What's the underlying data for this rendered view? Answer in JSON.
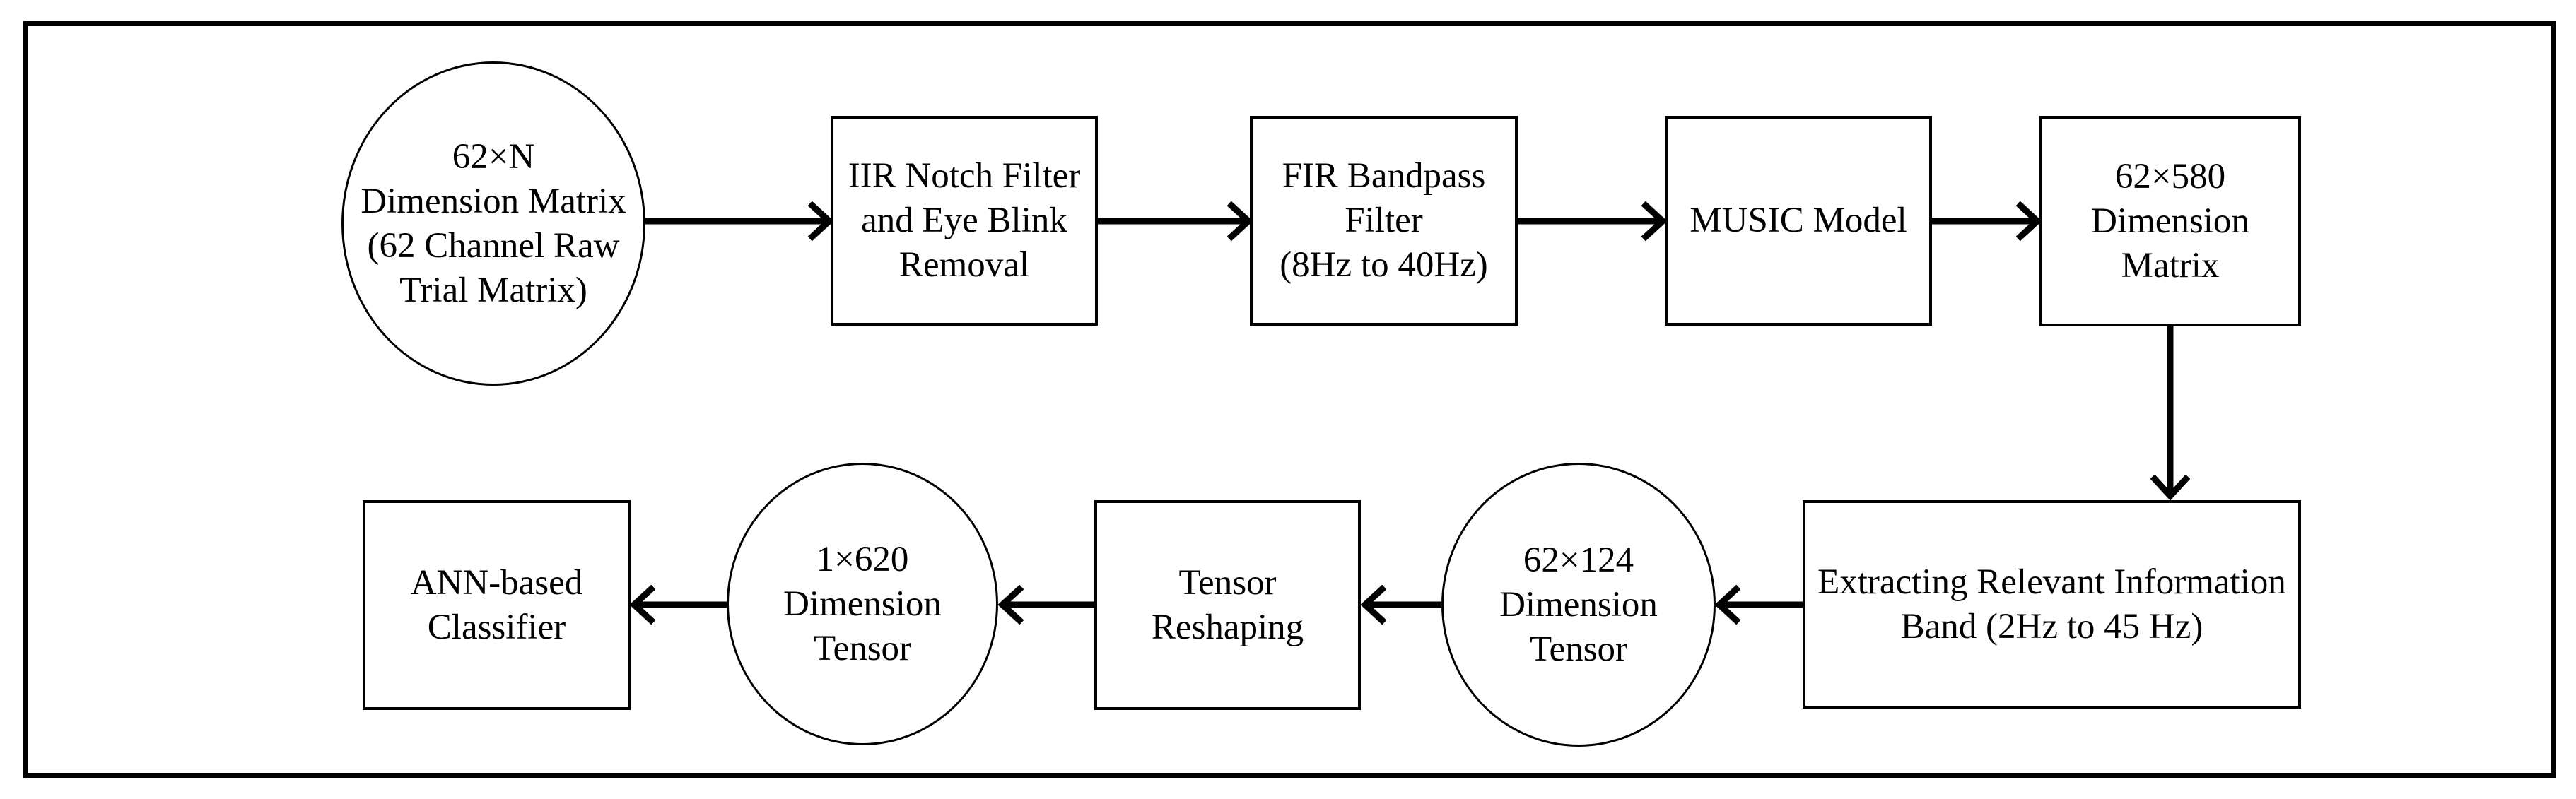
{
  "colors": {
    "background": "#ffffff",
    "ink": "#000000"
  },
  "diagram": {
    "nodes": [
      {
        "id": "raw-matrix",
        "shape": "ellipse",
        "label": "62×N\nDimension Matrix\n(62 Channel Raw\nTrial Matrix)"
      },
      {
        "id": "iir-notch",
        "shape": "rect",
        "label": "IIR Notch Filter\nand Eye Blink\nRemoval"
      },
      {
        "id": "fir-bandpass",
        "shape": "rect",
        "label": "FIR Bandpass\nFilter\n(8Hz to 40Hz)"
      },
      {
        "id": "music-model",
        "shape": "rect",
        "label": "MUSIC Model"
      },
      {
        "id": "matrix-62x580",
        "shape": "rect",
        "label": "62×580\nDimension\nMatrix"
      },
      {
        "id": "extract-band",
        "shape": "rect",
        "label": "Extracting Relevant Information\nBand (2Hz to 45 Hz)"
      },
      {
        "id": "tensor-62x124",
        "shape": "ellipse",
        "label": "62×124\nDimension\nTensor"
      },
      {
        "id": "tensor-reshaping",
        "shape": "rect",
        "label": "Tensor\nReshaping"
      },
      {
        "id": "tensor-1x620",
        "shape": "ellipse",
        "label": "1×620\nDimension\nTensor"
      },
      {
        "id": "ann-classifier",
        "shape": "rect",
        "label": "ANN-based\nClassifier"
      }
    ],
    "edges": [
      {
        "from": "raw-matrix",
        "to": "iir-notch"
      },
      {
        "from": "iir-notch",
        "to": "fir-bandpass"
      },
      {
        "from": "fir-bandpass",
        "to": "music-model"
      },
      {
        "from": "music-model",
        "to": "matrix-62x580"
      },
      {
        "from": "matrix-62x580",
        "to": "extract-band"
      },
      {
        "from": "extract-band",
        "to": "tensor-62x124"
      },
      {
        "from": "tensor-62x124",
        "to": "tensor-reshaping"
      },
      {
        "from": "tensor-reshaping",
        "to": "tensor-1x620"
      },
      {
        "from": "tensor-1x620",
        "to": "ann-classifier"
      }
    ]
  }
}
